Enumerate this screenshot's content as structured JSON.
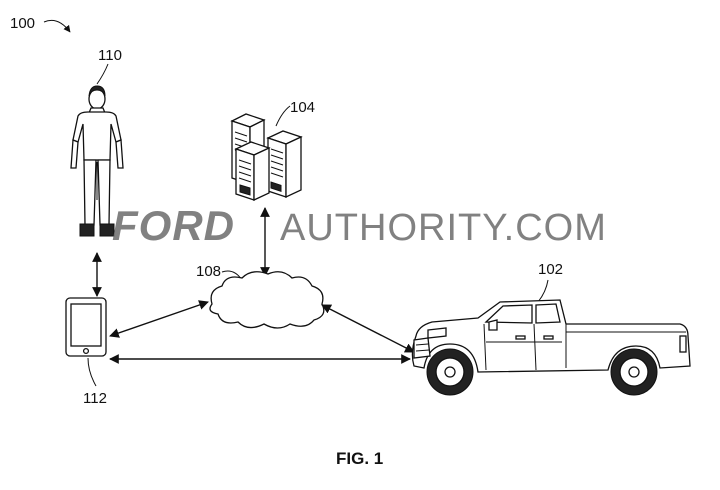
{
  "figure": {
    "ref_system": "100",
    "ref_user": "110",
    "ref_servers": "104",
    "ref_network": "108",
    "ref_vehicle": "102",
    "ref_device": "112",
    "caption": "FIG. 1"
  },
  "watermark": {
    "brand": "FORD",
    "site": "AUTHORITY.COM"
  }
}
